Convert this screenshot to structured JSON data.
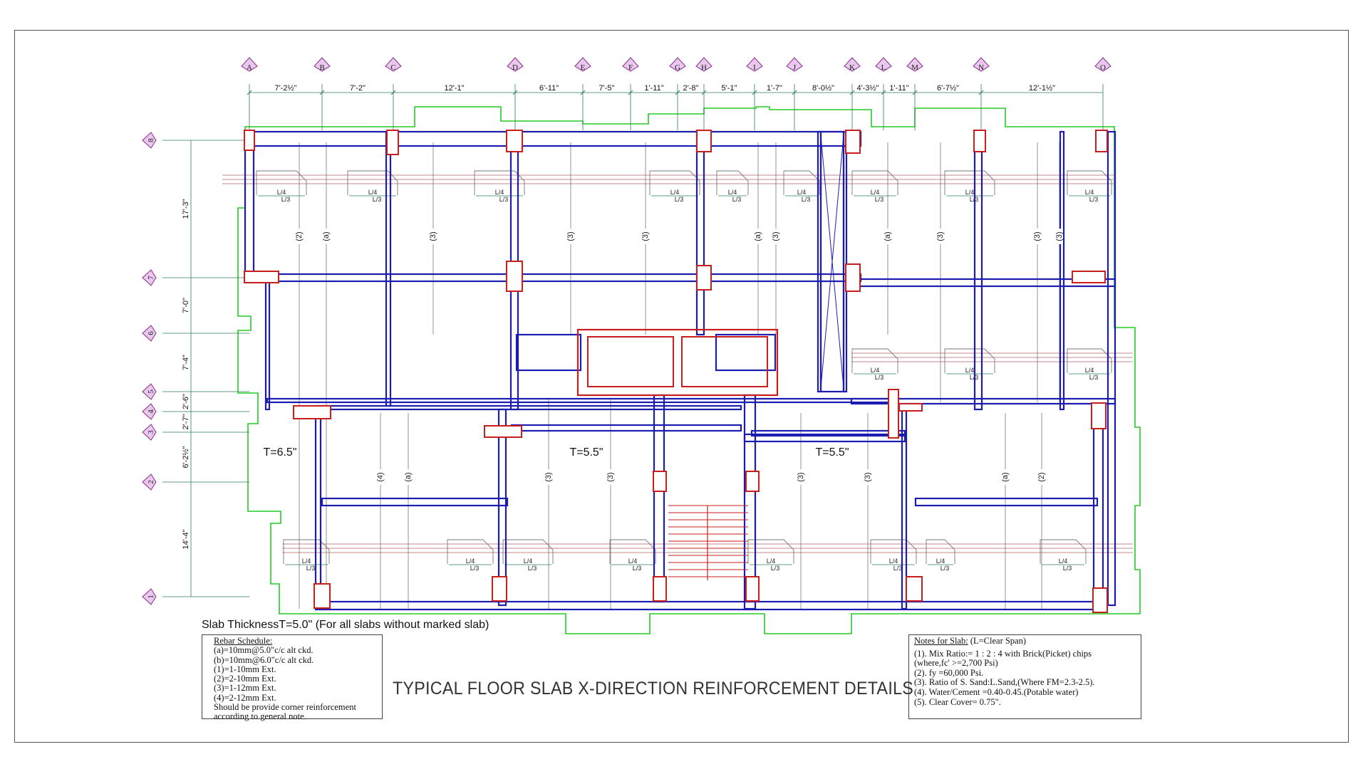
{
  "columns": [
    "A",
    "B",
    "C",
    "D",
    "E",
    "F",
    "G",
    "H",
    "I",
    "J",
    "K",
    "L",
    "M",
    "N",
    "O"
  ],
  "rows": [
    "8",
    "7",
    "6",
    "5",
    "4",
    "3",
    "2",
    "1"
  ],
  "top_dimensions": [
    "7'-2½\"",
    "7'-2\"",
    "12'-1\"",
    "6'-11\"",
    "7'-5\"",
    "1'-11\"",
    "2'-8\"",
    "5'-1\"",
    "1'-7\"",
    "8'-0½\"",
    "4'-3½\"",
    "1'-11\"",
    "6'-7½\"",
    "12'-1½\""
  ],
  "left_dimensions": [
    "17'-3\"",
    "7'-0\"",
    "7'-4\"",
    "2'-6\"",
    "2'-7\"",
    "6'-2½\"",
    "14'-4\""
  ],
  "slab_thickness_labels": [
    "T=6.5\"",
    "T=5.5\"",
    "T=5.5\""
  ],
  "bar_marks": [
    "(2)",
    "(a)",
    "(3)",
    "(3)",
    "(3)",
    "(a)",
    "(3)",
    "(3)",
    "(3)",
    "(a)",
    "(3)",
    "(4)",
    "(a)",
    "(3)",
    "(3)",
    "(3)",
    "(3)",
    "(a)",
    "(2)"
  ],
  "anchorage_labels": {
    "quarter": "L/4",
    "third": "L/3"
  },
  "slab_thickness_note": "Slab ThicknessT=5.0\" (For all slabs without marked slab)",
  "rebar_schedule": {
    "title": "Rebar Schedule:",
    "lines": [
      "(a)=10mm@5.0\"c/c alt ckd.",
      "(b)=10mm@6.0\"c/c alt ckd.",
      "(1)=1-10mm Ext.",
      "(2)=2-10mm Ext.",
      "(3)=1-12mm Ext.",
      "(4)=2-12mm Ext.",
      "Should be provide corner reinforcement",
      "according to general note."
    ]
  },
  "slab_notes": {
    "title": "Notes for Slab:",
    "subtitle": " (L=Clear Span)",
    "lines": [
      "(1). Mix Ratio:= 1 : 2 : 4 with Brick(Picket) chips",
      "(where,fc' >=2,700 Psi)",
      "(2). fy =60,000 Psi.",
      "(3). Ratio of S. Sand:L.Sand,(Where FM=2.3-2.5).",
      "(4). Water/Cement =0.40-0.45.(Potable water)",
      "(5). Clear Cover= 0.75\"."
    ]
  },
  "drawing_title": "TYPICAL FLOOR SLAB X-DIRECTION REINFORCEMENT DETAILS",
  "colors": {
    "beam": "#1c1cb0",
    "column": "#c81e1e",
    "outline": "#22cc22",
    "rebar": "#c48888",
    "dimension": "#2d7d5a",
    "grid_bubble": "#8c2a8c"
  }
}
